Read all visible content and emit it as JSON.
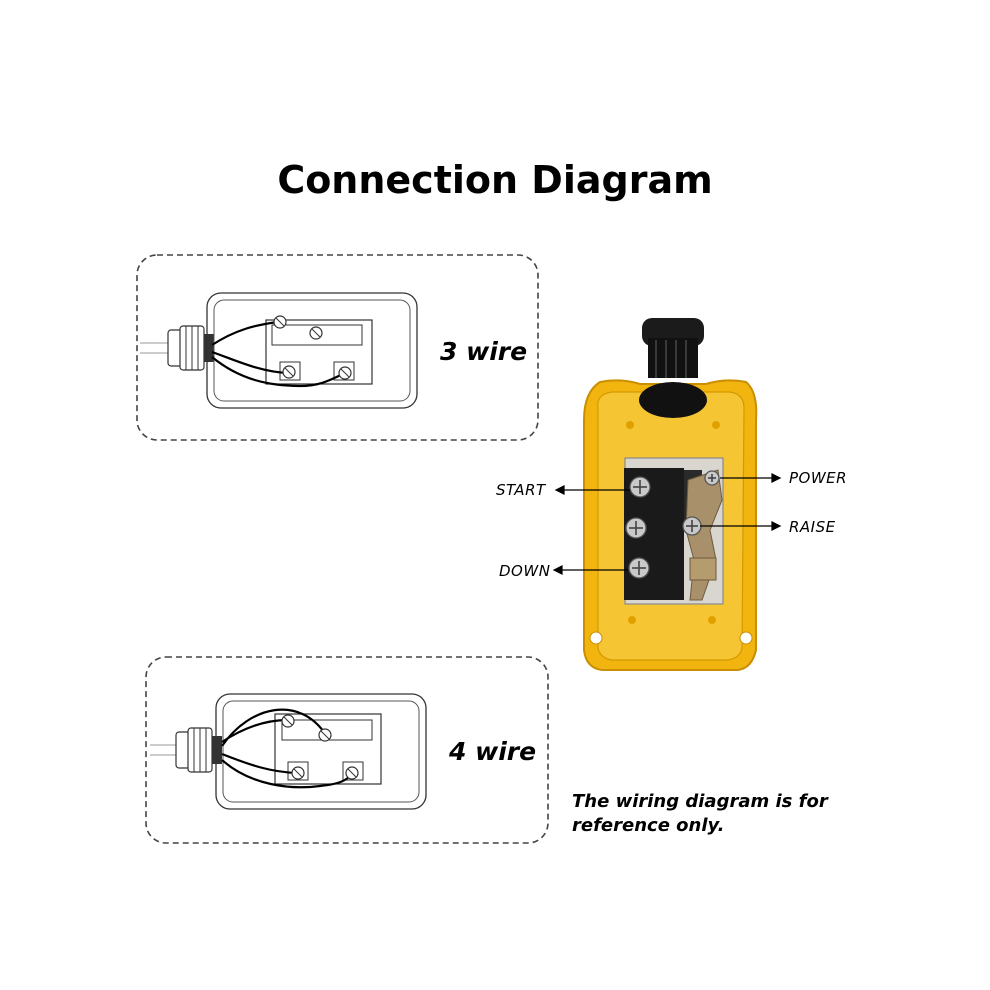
{
  "title": "Connection Diagram",
  "diagrams": [
    {
      "label": "3 wire"
    },
    {
      "label": "4 wire"
    }
  ],
  "terminals": {
    "start": "START",
    "power": "POWER",
    "raise": "RAISE",
    "down": "DOWN"
  },
  "note": {
    "line1": "The wiring diagram is for",
    "line2": "reference only."
  },
  "colors": {
    "housing": "#f2b40e",
    "housing_dark": "#d39200",
    "gland": "#1b1b1b",
    "wire": "#000000",
    "dash_border": "#444444"
  }
}
